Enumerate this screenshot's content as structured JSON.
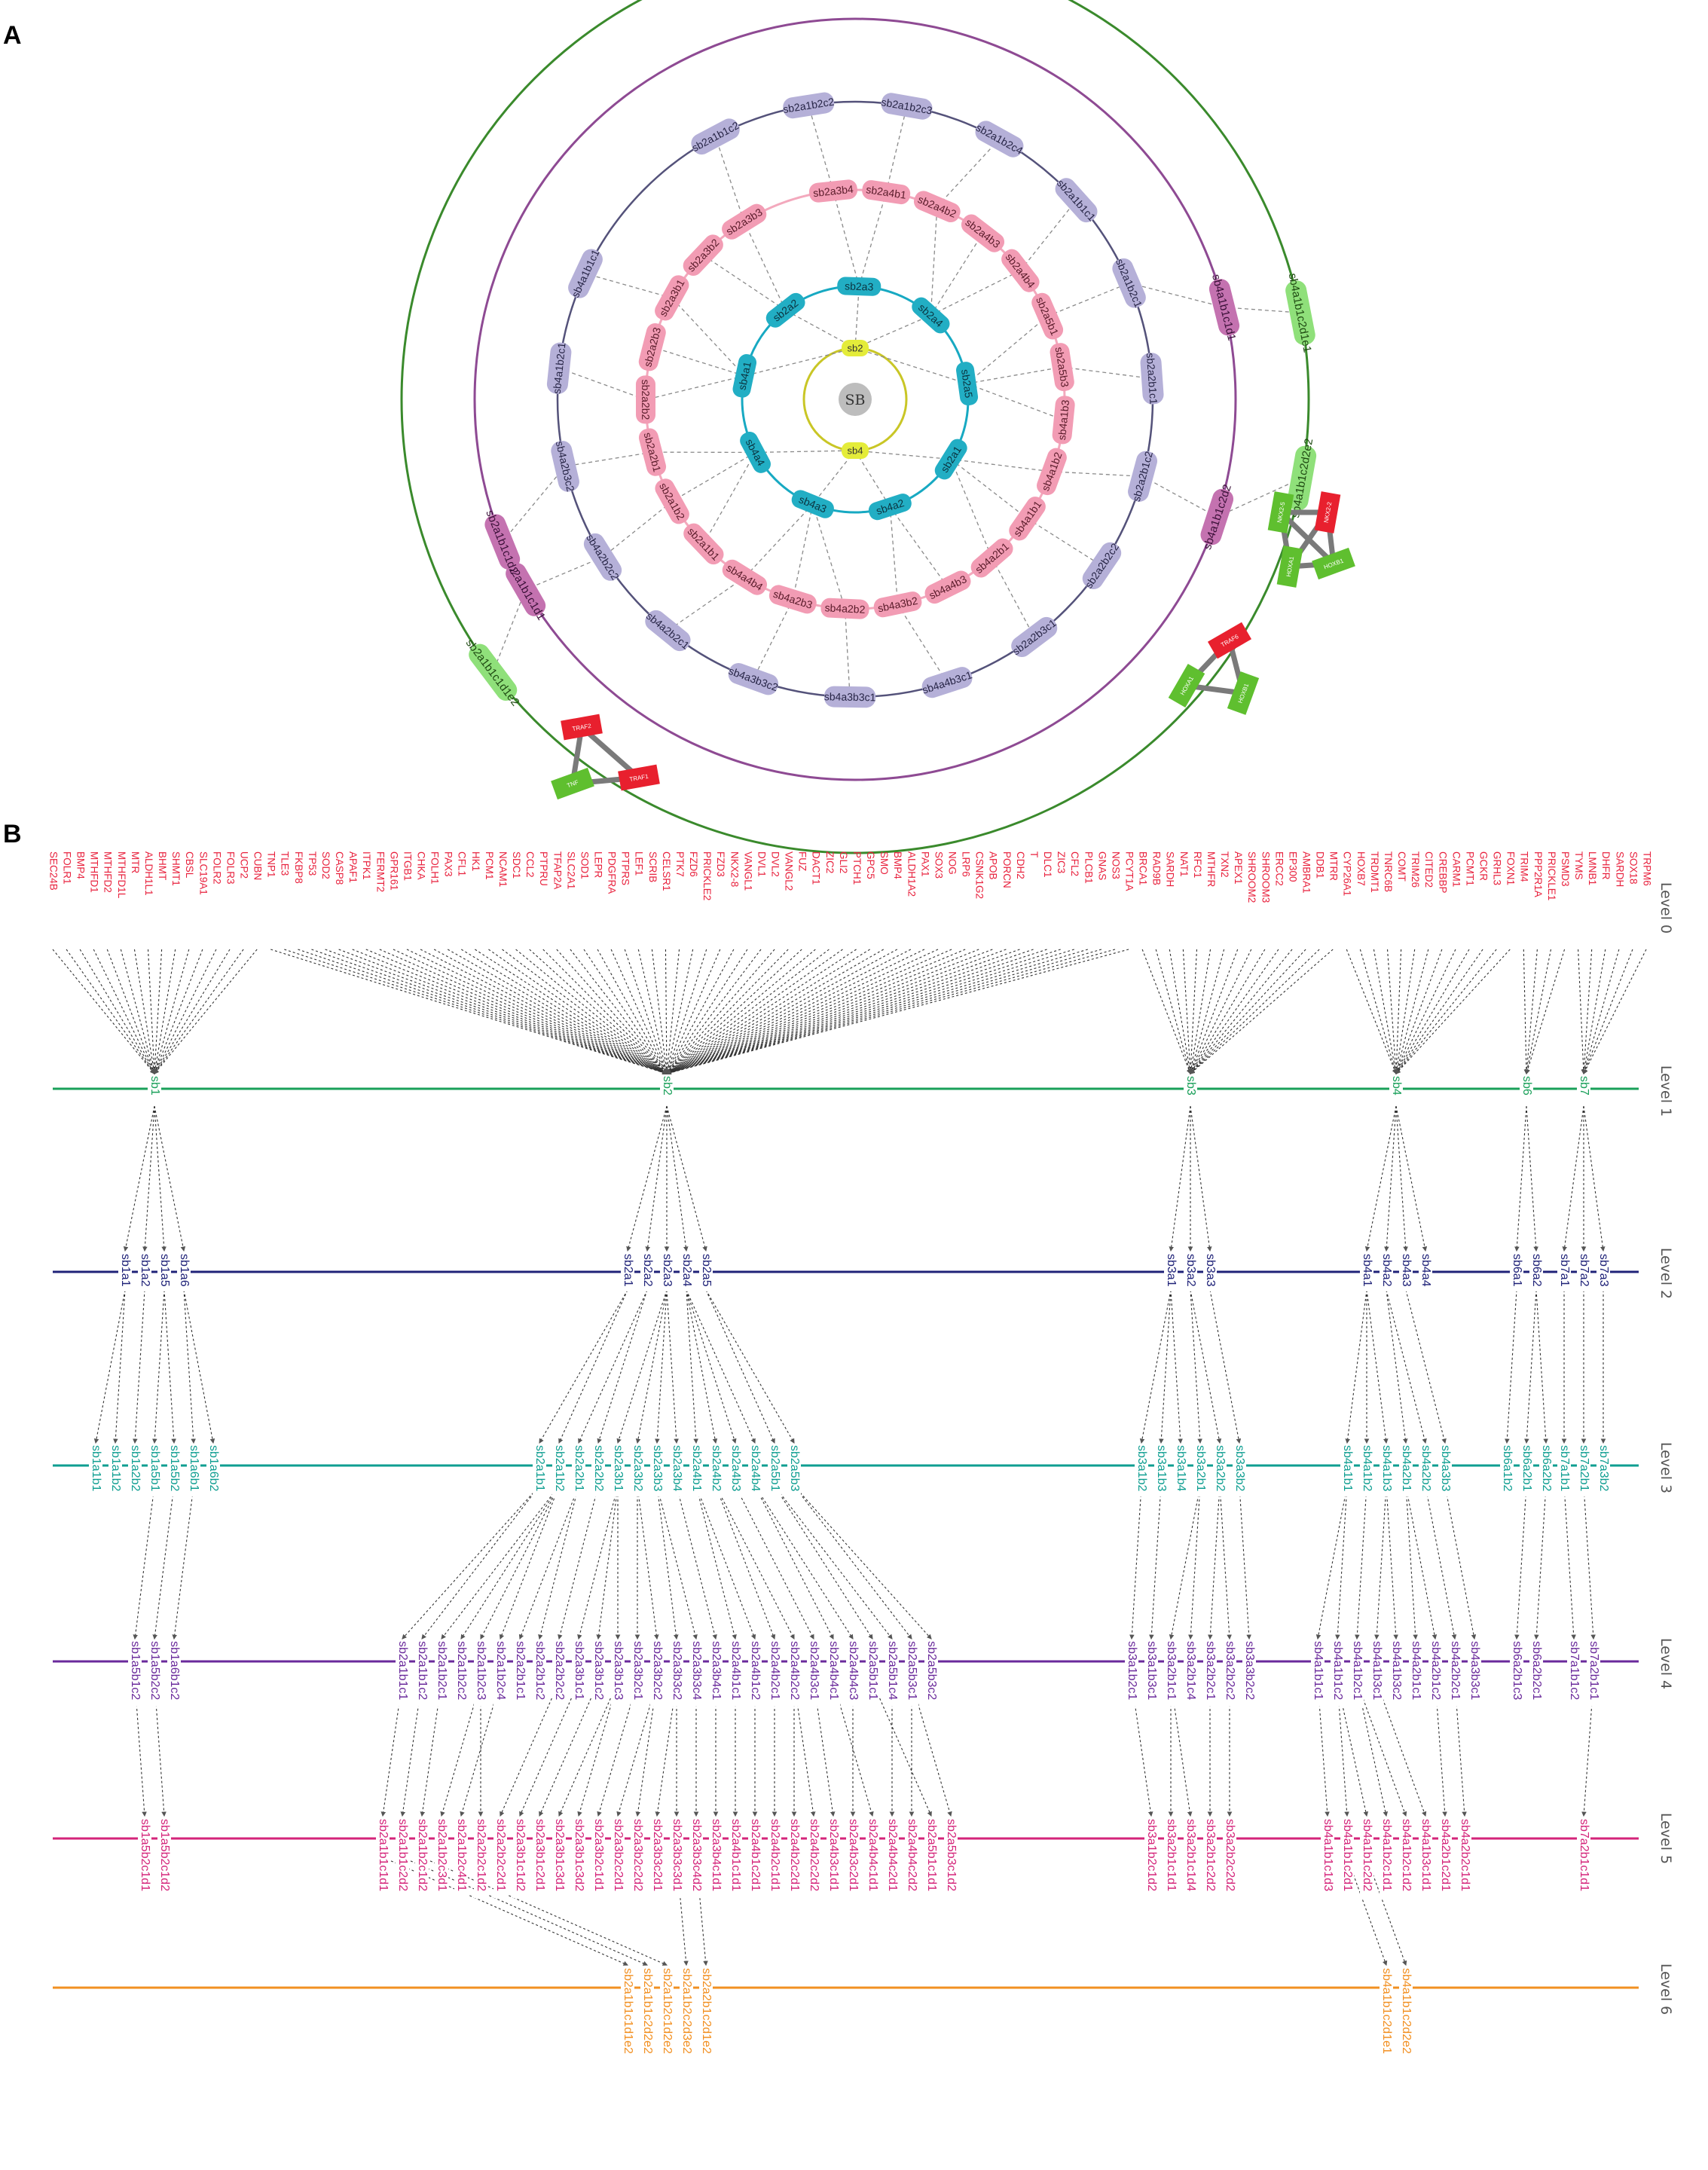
{
  "panels": {
    "a": "A",
    "b": "B"
  },
  "colors": {
    "root": "#bdbdbd",
    "sb_level": "#e4ec3a",
    "level2": "#22aec4",
    "level3": "#f29cb4",
    "level4": "#b5b0d8",
    "level5": "#c472b0",
    "level6": "#8fe07a",
    "ppi_red": "#e8202e",
    "ppi_green": "#5fbf2f",
    "line0": "#e8203c",
    "line1": "#1aa05a",
    "line2": "#1f2278",
    "line3": "#0f9e91",
    "line4": "#6a2a9b",
    "line5": "#d4247a",
    "line6": "#f29022"
  },
  "panelA": {
    "center": "SB",
    "ring1": [
      "sb2",
      "sb4"
    ],
    "ring2": [
      "sb2a3",
      "sb2a4",
      "sb2a5",
      "sb2a1",
      "sb4a2",
      "sb4a3",
      "sb4a4",
      "sb4a1",
      "sb2a2"
    ],
    "ring3": [
      "sb2a3b4",
      "sb2a4b1",
      "sb2a4b2",
      "sb2a4b3",
      "sb2a4b4",
      "sb2a5b1",
      "sb2a5b3",
      "sb4a1b3",
      "sb4a1b2",
      "sb4a1b1",
      "sb4a2b1",
      "sb4a4b3",
      "sb4a3b2",
      "sb4a2b2",
      "sb4a2b3",
      "sb4a4b4",
      "sb2a1b1",
      "sb2a1b2",
      "sb2a2b1",
      "sb2a2b2",
      "sb2a2b3",
      "sb2a3b1",
      "sb2a3b2",
      "sb2a3b3"
    ],
    "ring4": [
      "sb2a1b1c2",
      "sb2a1b2c2",
      "sb2a1b2c3",
      "sb2a1b2c4",
      "sb2a1b1c1",
      "sb2a1b2c1",
      "sb2a2b1c1",
      "sb2a2b1c2",
      "sb2a2b2c2",
      "sb2a2b3c1",
      "sb4a4b3c1",
      "sb4a3b3c1",
      "sb4a3b3c2",
      "sb4a2b2c1",
      "sb4a2b2c2",
      "sb4a2b3c2",
      "sb4a1b2c1",
      "sb4a1b1c1"
    ],
    "ring5": [
      "sb4a1b1c1d1",
      "sb4a1b1c2d2",
      "sb2a1b1c1d1",
      "sb2a1b1c1d2"
    ],
    "ring6": [
      "sb4a1b1c2d1e1",
      "sb4a1b1c2d2e2",
      "sb2a1b1c1d1e2"
    ],
    "ppi_groups": [
      [
        "NKX2-5",
        "NKX2-2",
        "HOXA1",
        "HOXB1"
      ],
      [
        "TRAF2",
        "TNF",
        "TRAF1"
      ],
      [
        "TRAF6",
        "HOXA1",
        "HOXB1"
      ]
    ]
  },
  "panelB": {
    "level_labels": [
      "Level 0",
      "Level 1",
      "Level 2",
      "Level 3",
      "Level 4",
      "Level 5",
      "Level 6"
    ],
    "level0": [
      "SEC24B",
      "FOLR1",
      "BMP4",
      "MTHFD1",
      "MTHFD2",
      "MTHFD1L",
      "MTR",
      "ALDH1L1",
      "BHMT",
      "SHMT1",
      "CBSL",
      "SLC19A1",
      "FOLR2",
      "FOLR3",
      "UCP2",
      "CUBN",
      "TNP1",
      "TLE3",
      "FKBP8",
      "TP53",
      "SOD2",
      "CASP8",
      "APAF1",
      "ITPK1",
      "FERMT2",
      "GPR161",
      "ITGB1",
      "CHKA",
      "FOLH1",
      "PAX3",
      "CFL1",
      "HK1",
      "PCM1",
      "NCAM1",
      "SDC1",
      "CCL2",
      "PTPRU",
      "TFAP2A",
      "SLC2A1",
      "SOD1",
      "LEPR",
      "PDGFRA",
      "PTPRS",
      "LEF1",
      "SCRIB",
      "CELSR1",
      "PTK7",
      "FZD6",
      "PRICKLE2",
      "FZD3",
      "NKX2-8",
      "VANGL1",
      "DVL1",
      "DVL2",
      "VANGL2",
      "FUZ",
      "DACT1",
      "ZIC2",
      "GLI2",
      "PTCH1",
      "GPC5",
      "SMO",
      "BMP4",
      "ALDH1A2",
      "PAX1",
      "SOX3",
      "NOG",
      "LRP6",
      "CSNK1G2",
      "APOB",
      "PORCN",
      "CDH2",
      "T",
      "DLC1",
      "ZIC3",
      "CFL2",
      "PLCB1",
      "GNAS",
      "NOS3",
      "PCYT1A",
      "BRCA1",
      "RAD9B",
      "SARDH",
      "NAT1",
      "RFC1",
      "MTHFR",
      "TXN2",
      "APEX1",
      "SHROOM2",
      "SHROOM3",
      "ERCC2",
      "EP300",
      "AMBRA1",
      "DDB1",
      "MTRR",
      "CYP26A1",
      "HOXB7",
      "TRDMT1",
      "TNRC6B",
      "COMT",
      "TRIM26",
      "CITED2",
      "CREBBP",
      "CARM1",
      "PCMT1",
      "GCKR",
      "GRHL3",
      "FOXN1",
      "TRIM4",
      "PPP2R1A",
      "PRICKLE1",
      "PSMD3",
      "TYMS",
      "LMNB1",
      "DHFR",
      "SARDH",
      "SOX18",
      "TRPM6"
    ],
    "level1": [
      "sb1",
      "sb2",
      "sb3",
      "sb4",
      "sb6",
      "sb7"
    ],
    "level2": [
      "sb1a1",
      "sb1a2",
      "sb1a5",
      "sb1a6",
      "sb2a1",
      "sb2a2",
      "sb2a3",
      "sb2a4",
      "sb2a5",
      "sb3a1",
      "sb3a2",
      "sb3a3",
      "sb4a1",
      "sb4a2",
      "sb4a3",
      "sb4a4",
      "sb6a1",
      "sb6a2",
      "sb7a1",
      "sb7a2",
      "sb7a3"
    ],
    "level3": [
      "sb1a1b1",
      "sb1a1b2",
      "sb1a2b2",
      "sb1a5b1",
      "sb1a5b2",
      "sb1a6b1",
      "sb1a6b2",
      "sb2a1b1",
      "sb2a1b2",
      "sb2a2b1",
      "sb2a2b2",
      "sb2a3b1",
      "sb2a3b2",
      "sb2a3b3",
      "sb2a3b4",
      "sb2a4b1",
      "sb2a4b2",
      "sb2a4b3",
      "sb2a4b4",
      "sb2a5b1",
      "sb2a5b3",
      "sb3a1b2",
      "sb3a1b3",
      "sb3a1b4",
      "sb3a2b1",
      "sb3a2b2",
      "sb3a3b2",
      "sb4a1b1",
      "sb4a1b2",
      "sb4a1b3",
      "sb4a2b1",
      "sb4a2b2",
      "sb4a3b3",
      "sb6a1b2",
      "sb6a2b1",
      "sb6a2b2",
      "sb7a1b1",
      "sb7a2b1",
      "sb7a3b2"
    ],
    "level4": [
      "sb1a5b1c2",
      "sb1a5b2c2",
      "sb1a6b1c2",
      "sb2a1b1c1",
      "sb2a1b1c2",
      "sb2a1b2c1",
      "sb2a1b2c2",
      "sb2a1b2c3",
      "sb2a1b2c4",
      "sb2a2b1c1",
      "sb2a2b1c2",
      "sb2a2b2c2",
      "sb2a3b1c1",
      "sb2a3b1c2",
      "sb2a3b1c3",
      "sb2a3b2c1",
      "sb2a3b2c2",
      "sb2a3b3c2",
      "sb2a3b3c4",
      "sb2a3b4c1",
      "sb2a4b1c1",
      "sb2a4b1c2",
      "sb2a4b2c1",
      "sb2a4b2c2",
      "sb2a4b3c1",
      "sb2a4b4c1",
      "sb2a4b4c3",
      "sb2a5b1c1",
      "sb2a5b1c4",
      "sb2a5b3c1",
      "sb2a5b3c2",
      "sb3a1b2c1",
      "sb3a1b3c1",
      "sb3a2b1c1",
      "sb3a2b1c4",
      "sb3a2b2c1",
      "sb3a2b2c2",
      "sb3a3b2c2",
      "sb4a1b1c1",
      "sb4a1b1c2",
      "sb4a1b2c1",
      "sb4a1b3c1",
      "sb4a1b3c2",
      "sb4a2b1c1",
      "sb4a2b1c2",
      "sb4a2b2c1",
      "sb4a3b3c1",
      "sb6a2b1c3",
      "sb6a2b2c1",
      "sb7a1b1c2",
      "sb7a2b1c1"
    ],
    "level5": [
      "sb1a5b2c1d1",
      "sb1a5b2c1d2",
      "sb2a1b1c1d1",
      "sb2a1b1c2d2",
      "sb2a1b2c1d2",
      "sb2a1b2c3d1",
      "sb2a1b2c4d1",
      "sb2a2b2c1d2",
      "sb2a2b2c2d1",
      "sb2a3b1c1d2",
      "sb2a3b1c2d1",
      "sb2a3b1c3d1",
      "sb2a3b1c3d2",
      "sb2a3b2c1d1",
      "sb2a3b2c2d1",
      "sb2a3b2c2d2",
      "sb2a3b3c2d1",
      "sb2a3b3c3d1",
      "sb2a3b3c4d2",
      "sb2a3b4c1d1",
      "sb2a4b1c1d1",
      "sb2a4b1c2d1",
      "sb2a4b2c1d1",
      "sb2a4b2c2d1",
      "sb2a4b2c2d2",
      "sb2a4b3c1d1",
      "sb2a4b3c2d1",
      "sb2a4b4c1d1",
      "sb2a4b4c2d1",
      "sb2a4b4c2d2",
      "sb2a5b1c1d1",
      "sb2a5b3c1d2",
      "sb3a1b2c1d2",
      "sb3a2b1c1d1",
      "sb3a2b1c1d4",
      "sb3a2b1c2d2",
      "sb3a2b2c2d2",
      "sb4a1b1c1d3",
      "sb4a1b1c2d1",
      "sb4a1b1c2d2",
      "sb4a1b2c1d1",
      "sb4a1b2c1d2",
      "sb4a1b3c1d1",
      "sb4a2b1c2d1",
      "sb4a2b2c1d1",
      "sb7a2b1c1d1"
    ],
    "level6": [
      "sb2a1b1c1d1e2",
      "sb2a1b1c2d2e2",
      "sb2a1b2c1d2e2",
      "sb2a1b2c2d3e2",
      "sb2a2b1c2d1e2",
      "sb4a1b1c2d1e1",
      "sb4a1b1c2d2e2"
    ]
  }
}
